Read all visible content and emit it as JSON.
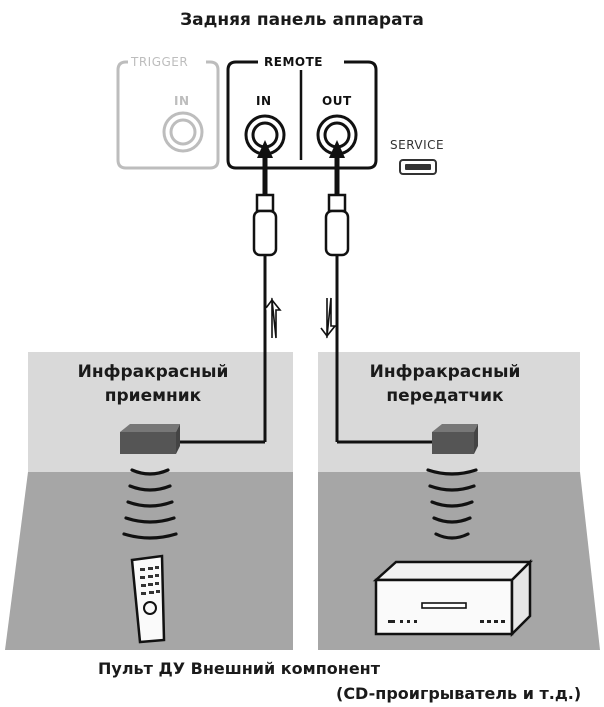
{
  "title": "Задняя панель аппарата",
  "panel": {
    "trigger_label": "TRIGGER",
    "trigger_in": "IN",
    "remote_label": "REMOTE",
    "remote_in": "IN",
    "remote_out": "OUT",
    "service_label": "SERVICE"
  },
  "left_zone": {
    "line1": "Инфракрасный",
    "line2": "приемник"
  },
  "right_zone": {
    "line1": "Инфракрасный",
    "line2": "передатчик"
  },
  "footer": {
    "line1": "Пульт ДУ Внешний компонент",
    "line2": "(CD-проигрыватель и т.д.)"
  },
  "colors": {
    "zone_bg": "#d9d9d9",
    "floor": "#a6a6a6",
    "line": "#111111",
    "muted": "#bdbdbd"
  }
}
